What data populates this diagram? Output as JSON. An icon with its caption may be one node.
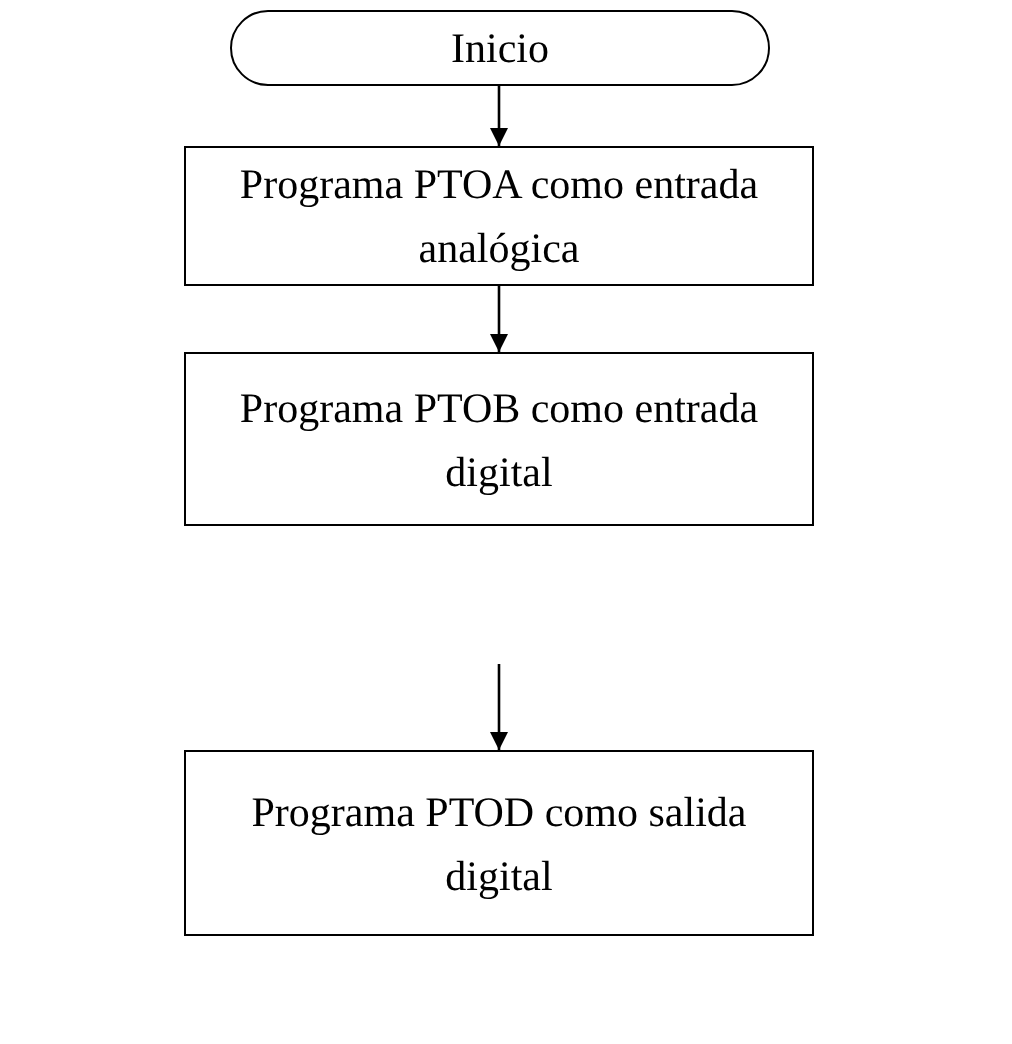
{
  "diagram": {
    "nodes": [
      {
        "text": [
          "Inicio"
        ]
      },
      {
        "text": [
          "Programa PTOA como entrada analógica"
        ]
      },
      {
        "text": [
          "Programa PTOB como entrada digital"
        ]
      },
      {
        "text": [
          "Programa PTOD como salida digital"
        ]
      }
    ],
    "edges": [
      {
        "from": 0,
        "to": 1,
        "arrow": "to"
      },
      {
        "from": 1,
        "to": 2,
        "arrow": "to"
      },
      {
        "from": null,
        "to": 3,
        "arrow": "to"
      }
    ]
  }
}
